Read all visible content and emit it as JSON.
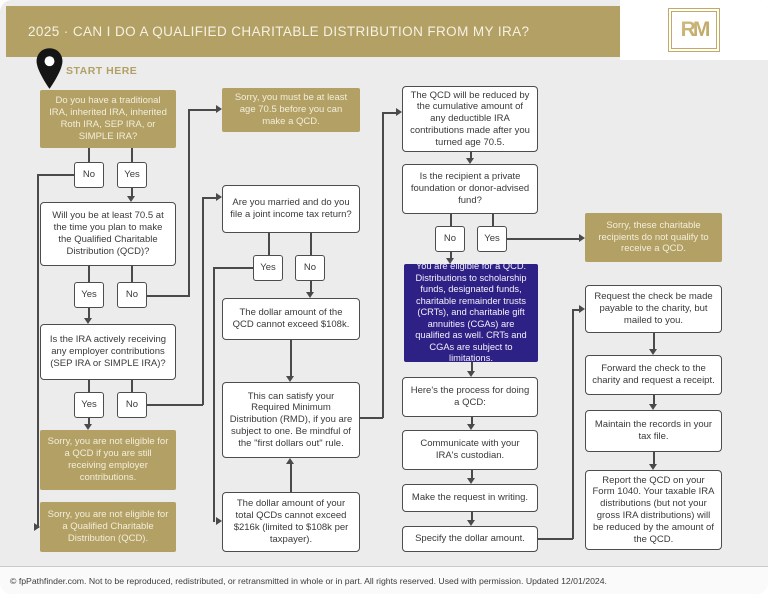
{
  "colors": {
    "gold": "#b2a065",
    "purple": "#2e2185",
    "line": "#4a4a4a"
  },
  "header": {
    "title": "2025 · CAN I DO A QUALIFIED CHARITABLE DISTRIBUTION FROM MY IRA?",
    "logo": "RM"
  },
  "start": {
    "label": "START HERE"
  },
  "labels": {
    "yes": "Yes",
    "no": "No"
  },
  "nodes": {
    "have_ira": "Do you have a traditional IRA, inherited IRA, inherited Roth IRA, SEP IRA, or SIMPLE IRA?",
    "age_705": "Will you be at least 70.5 at the time you plan to make the Qualified Charitable Distribution (QCD)?",
    "employer": "Is the IRA actively receiving any employer contributions (SEP IRA or SIMPLE IRA)?",
    "sorry_employer": "Sorry, you are not eligible for a QCD if you are still receiving employer contributions.",
    "sorry_qcd": "Sorry, you are not eligible for a Qualified Charitable Distribution (QCD).",
    "sorry_age": "Sorry, you must be at least age 70.5 before you can make a QCD.",
    "married": "Are you married and do you file a joint income tax return?",
    "limit_108": "The dollar amount of the QCD cannot exceed $108k.",
    "rmd": "This can satisfy your Required Minimum Distribution (RMD), if you are subject to one. Be mindful of the \"first dollars out\" rule.",
    "limit_216": "The dollar amount of your total QCDs cannot exceed $216k (limited to $108k per taxpayer).",
    "reduced": "The QCD will be reduced by the cumulative amount of any deductible IRA contributions made after you turned age 70.5.",
    "recipient": "Is the recipient a private foundation or donor-advised fund?",
    "sorry_recipients": "Sorry, these charitable recipients do not qualify to receive a QCD.",
    "eligible": "You are eligible for a QCD. Distributions to scholarship funds, designated funds, charitable remainder trusts (CRTs), and charitable gift annuities (CGAs) are qualified as well. CRTs and CGAs are subject to limitations.",
    "process": "Here's the process for doing a QCD:",
    "communicate": "Communicate with your IRA's custodian.",
    "writing": "Make the request in writing.",
    "specify": "Specify the dollar amount.",
    "request_check": "Request the check be made payable to the charity, but mailed to you.",
    "forward": "Forward the check to the charity and request a receipt.",
    "records": "Maintain the records in your tax file.",
    "report": "Report the QCD on your Form 1040. Your taxable IRA distributions (but not your gross IRA distributions) will be reduced by the amount of the QCD."
  },
  "footer": {
    "text": "© fpPathfinder.com. Not to be reproduced, redistributed, or retransmitted in whole or in part. All rights reserved. Used with permission. Updated 12/01/2024."
  }
}
